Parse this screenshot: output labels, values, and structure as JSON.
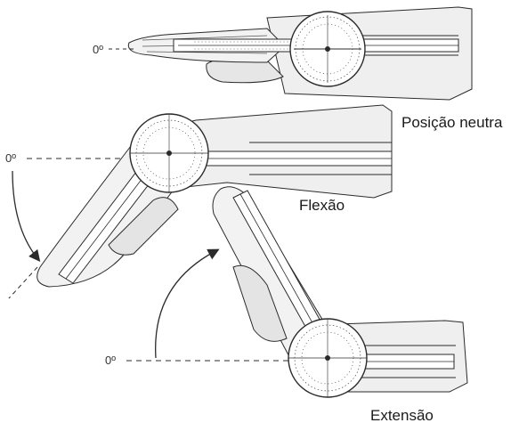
{
  "labels": {
    "neutral": "Posição neutra",
    "flexion": "Flexão",
    "extension": "Extensão"
  },
  "zero_marks": {
    "top": "0º",
    "middle": "0º",
    "bottom": "0º"
  },
  "colors": {
    "line": "#2b2b2b",
    "skin_fill": "#ececec",
    "skin_shadow": "#d6d6d6",
    "dial_fill": "#ffffff"
  }
}
